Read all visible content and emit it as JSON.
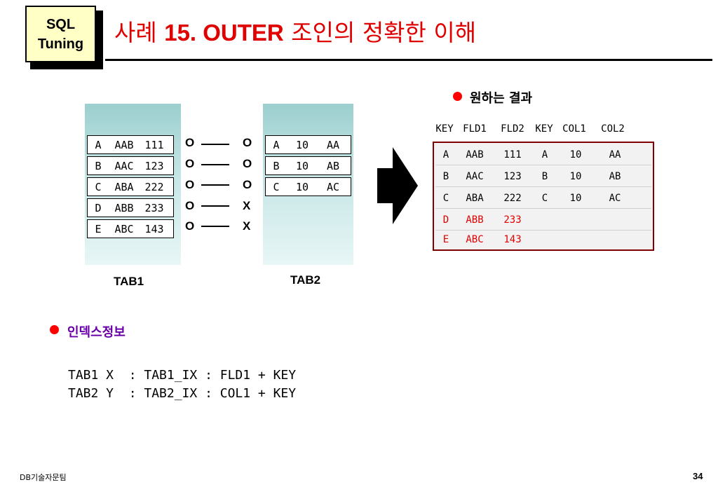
{
  "badge": {
    "line1": "SQL",
    "line2": "Tuning"
  },
  "title": {
    "prefix": "사례 ",
    "number": "15.  OUTER",
    "suffix": " 조인의 정확한 이해"
  },
  "tab1": {
    "label": "TAB1",
    "rows": [
      [
        "A",
        "AAB",
        "111"
      ],
      [
        "B",
        "AAC",
        "123"
      ],
      [
        "C",
        "ABA",
        "222"
      ],
      [
        "D",
        "ABB",
        "233"
      ],
      [
        "E",
        "ABC",
        "143"
      ]
    ]
  },
  "tab2": {
    "label": "TAB2",
    "rows": [
      [
        "A",
        "10",
        "AA"
      ],
      [
        "B",
        "10",
        "AB"
      ],
      [
        "C",
        "10",
        "AC"
      ]
    ]
  },
  "join_marks": {
    "left": [
      "O",
      "O",
      "O",
      "O",
      "O"
    ],
    "right": [
      "O",
      "O",
      "O",
      "X",
      "X"
    ]
  },
  "result": {
    "title": "원하는 결과",
    "headers": [
      "KEY",
      "FLD1",
      "FLD2",
      "KEY",
      "COL1",
      "COL2"
    ],
    "rows": [
      [
        "A",
        "AAB",
        "111",
        "A",
        "10",
        "AA"
      ],
      [
        "B",
        "AAC",
        "123",
        "B",
        "10",
        "AB"
      ],
      [
        "C",
        "ABA",
        "222",
        "C",
        "10",
        "AC"
      ],
      [
        "D",
        "ABB",
        "233",
        "",
        "",
        ""
      ],
      [
        "E",
        "ABC",
        "143",
        "",
        "",
        ""
      ]
    ],
    "highlight_color": "#e00000"
  },
  "index_info": {
    "title": "인덱스정보",
    "lines": [
      "TAB1 X  : TAB1_IX : FLD1 + KEY",
      "TAB2 Y  : TAB2_IX : COL1 + KEY"
    ]
  },
  "footer": {
    "left": "DB기술자문팀",
    "page": "34"
  },
  "colors": {
    "title": "#e00000",
    "badge_bg": "#ffffc6",
    "bullet": "#ff0000",
    "index_title": "#6a00a8"
  }
}
